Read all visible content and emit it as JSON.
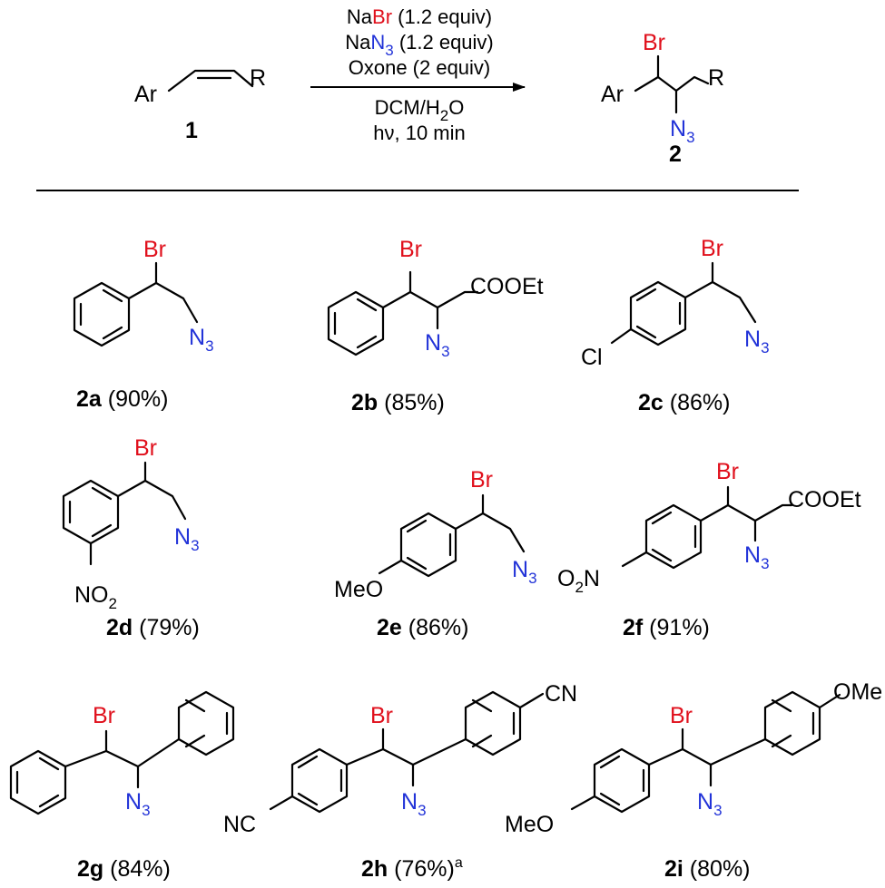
{
  "reaction": {
    "sm_ar": "Ar",
    "sm_r": "R",
    "sm_number": "1",
    "product_ar": "Ar",
    "product_r": "R",
    "product_br": "Br",
    "product_n": "N",
    "product_n_sub": "3",
    "product_number": "2",
    "reagent1_prefix": "Na",
    "reagent1_br": "Br",
    "reagent1_suffix": " (1.2 equiv)",
    "reagent2_prefix": "Na",
    "reagent2_n": "N",
    "reagent2_sub": "3",
    "reagent2_suffix": " (1.2 equiv)",
    "reagent3": "Oxone (2 equiv)",
    "solvent_a": "DCM/H",
    "solvent_sub": "2",
    "solvent_b": "O",
    "light": "hν, 10 min"
  },
  "products": [
    {
      "id": "2a",
      "yield": " (90%)",
      "br": "Br",
      "n": "N",
      "n_sub": "3"
    },
    {
      "id": "2b",
      "yield": " (85%)",
      "br": "Br",
      "n": "N",
      "n_sub": "3",
      "substituent": "COOEt"
    },
    {
      "id": "2c",
      "yield": " (86%)",
      "br": "Br",
      "n": "N",
      "n_sub": "3",
      "substituent": "Cl"
    },
    {
      "id": "2d",
      "yield": " (79%)",
      "br": "Br",
      "n": "N",
      "n_sub": "3",
      "sub_a": "NO",
      "sub_b": "2"
    },
    {
      "id": "2e",
      "yield": " (86%)",
      "br": "Br",
      "n": "N",
      "n_sub": "3",
      "substituent": "MeO"
    },
    {
      "id": "2f",
      "yield": " (91%)",
      "br": "Br",
      "n": "N",
      "n_sub": "3",
      "substituent": "COOEt",
      "sub_a": "O",
      "sub_b": "2",
      "sub_c": "N"
    },
    {
      "id": "2g",
      "yield": " (84%)",
      "br": "Br",
      "n": "N",
      "n_sub": "3"
    },
    {
      "id": "2h",
      "yield": " (76%)",
      "note": "a",
      "br": "Br",
      "n": "N",
      "n_sub": "3",
      "substituent": "NC",
      "substituent2": "CN"
    },
    {
      "id": "2i",
      "yield": " (80%)",
      "br": "Br",
      "n": "N",
      "n_sub": "3",
      "substituent": "MeO",
      "substituent2": "OMe"
    }
  ],
  "colors": {
    "bromine": "#e0101c",
    "azide": "#2233d8",
    "bonds": "#000000"
  }
}
